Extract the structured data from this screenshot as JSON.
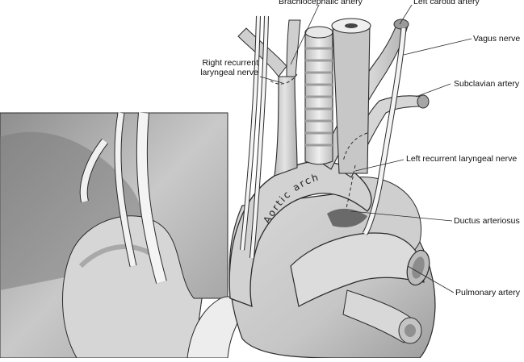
{
  "labels": {
    "brachiocephalic_artery": "Brachiocephalic artery",
    "left_carotid_artery": "Left carotid artery",
    "vagus_nerve": "Vagus nerve",
    "right_recurrent_laryngeal_nerve": "Right recurrent\nlaryngeal nerve",
    "subclavian_artery": "Subclavian artery",
    "left_recurrent_laryngeal_nerve": "Left recurrent laryngeal nerve",
    "aortic_arch": "Aortic arch",
    "ductus_arteriosus": "Ductus arteriosus",
    "pulmonary_artery": "Pulmonary artery"
  },
  "colors": {
    "outline": "#2b2b2b",
    "vessel_fill": "#cfcfcf",
    "vessel_light": "#e6e6e6",
    "shadow": "#9a9a9a",
    "nerve": "#f4f4f4",
    "inset_bg": "#b8b8b8"
  }
}
